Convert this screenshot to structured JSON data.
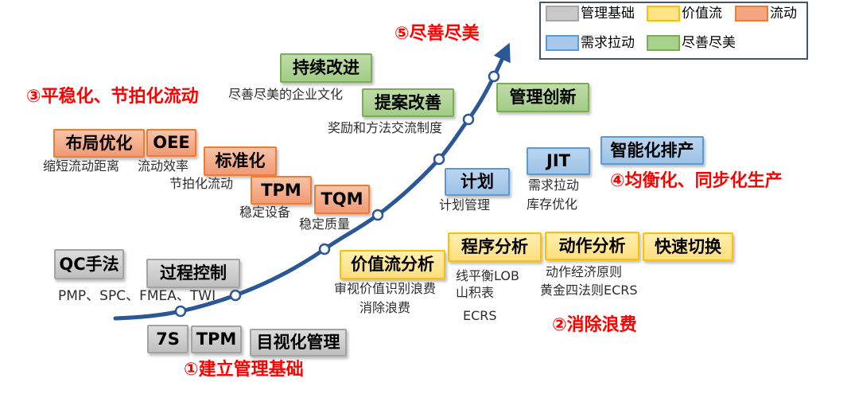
{
  "legend": {
    "items": [
      {
        "name": "foundation",
        "label": "管理基础",
        "fill": "#c9c9c9",
        "border": "#a6a6a6"
      },
      {
        "name": "value-stream",
        "label": "价值流",
        "fill": "#ffe389",
        "border": "#ffc000"
      },
      {
        "name": "flow",
        "label": "流动",
        "fill": "#f4a583",
        "border": "#ed7d31"
      },
      {
        "name": "pull",
        "label": "需求拉动",
        "fill": "#a7c8ea",
        "border": "#5b9bd5"
      },
      {
        "name": "perfection",
        "label": "尽善尽美",
        "fill": "#a9d18e",
        "border": "#7aae54"
      }
    ]
  },
  "stages": {
    "s1": "①建立管理基础",
    "s2": "②消除浪费",
    "s3": "③平稳化、节拍化流动",
    "s4": "④均衡化、同步化生产",
    "s5": "⑤尽善尽美",
    "color": "#ff0000"
  },
  "groups": {
    "foundation": {
      "boxes": [
        "QC手法",
        "过程控制",
        "7S",
        "TPM",
        "目视化管理"
      ],
      "note": "PMP、SPC、FMEA、TWI"
    },
    "flow": {
      "boxes": [
        "布局优化",
        "OEE",
        "标准化",
        "TPM",
        "TQM"
      ],
      "notes": [
        "缩短流动距离",
        "流动效率",
        "节拍化流动",
        "稳定设备",
        "稳定质量"
      ]
    },
    "value_stream": {
      "boxes": [
        "价值流分析",
        "程序分析",
        "动作分析",
        "快速切换"
      ],
      "notes": [
        "审视价值识别浪费",
        "消除浪费",
        "线平衡LOB",
        "山积表",
        "ECRS",
        "动作经济原则",
        "黄金四法则ECRS"
      ]
    },
    "pull": {
      "boxes": [
        "计划",
        "JIT",
        "智能化排产"
      ],
      "notes": [
        "计划管理",
        "需求拉动",
        "库存优化"
      ]
    },
    "perfection": {
      "boxes": [
        "持续改进",
        "提案改善",
        "管理创新"
      ],
      "notes": [
        "尽善尽美的企业文化",
        "奖励和方法交流制度"
      ]
    }
  },
  "curve": {
    "color": "#2b5797"
  }
}
